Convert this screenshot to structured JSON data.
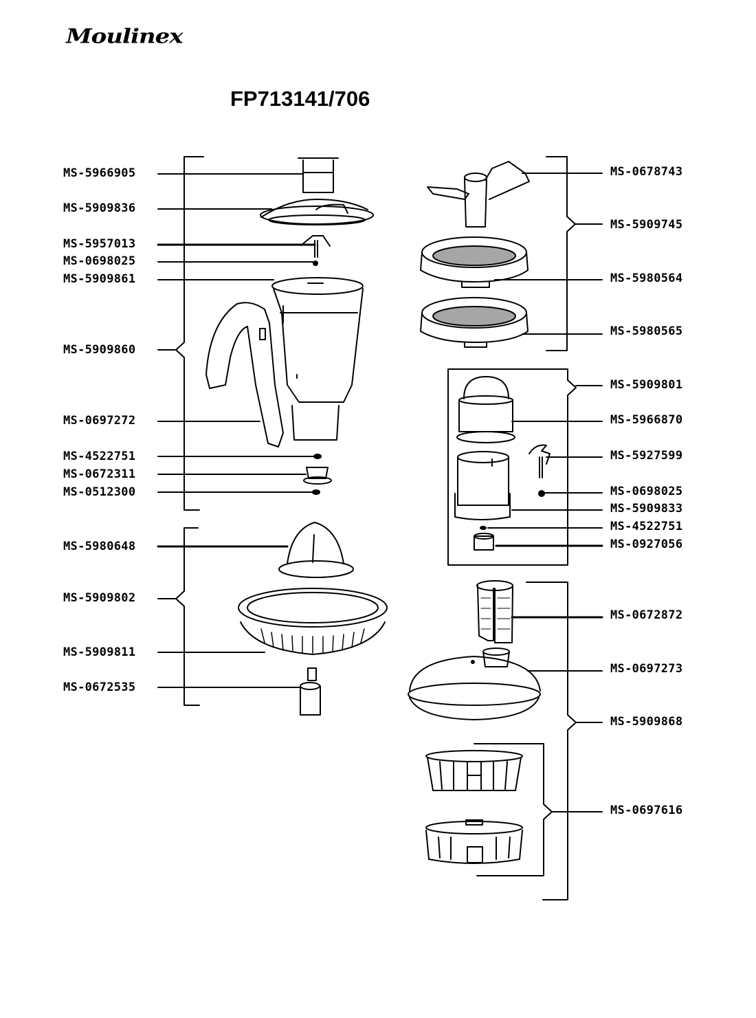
{
  "brand": {
    "logo_text": "Moulinex"
  },
  "model": {
    "title": "FP713141/706"
  },
  "parts_left": [
    {
      "ref": "MS-5966905"
    },
    {
      "ref": "MS-5909836"
    },
    {
      "ref": "MS-5957013"
    },
    {
      "ref": "MS-0698025"
    },
    {
      "ref": "MS-5909861"
    },
    {
      "ref": "MS-5909860"
    },
    {
      "ref": "MS-0697272"
    },
    {
      "ref": "MS-4522751"
    },
    {
      "ref": "MS-0672311"
    },
    {
      "ref": "MS-0512300"
    },
    {
      "ref": "MS-5980648"
    },
    {
      "ref": "MS-5909802"
    },
    {
      "ref": "MS-5909811"
    },
    {
      "ref": "MS-0672535"
    }
  ],
  "parts_right": [
    {
      "ref": "MS-0678743"
    },
    {
      "ref": "MS-5909745"
    },
    {
      "ref": "MS-5980564"
    },
    {
      "ref": "MS-5980565"
    },
    {
      "ref": "MS-5909801"
    },
    {
      "ref": "MS-5966870"
    },
    {
      "ref": "MS-5927599"
    },
    {
      "ref": "MS-0698025"
    },
    {
      "ref": "MS-5909833"
    },
    {
      "ref": "MS-4522751"
    },
    {
      "ref": "MS-0927056"
    },
    {
      "ref": "MS-0672872"
    },
    {
      "ref": "MS-0697273"
    },
    {
      "ref": "MS-5909868"
    },
    {
      "ref": "MS-0697616"
    }
  ]
}
